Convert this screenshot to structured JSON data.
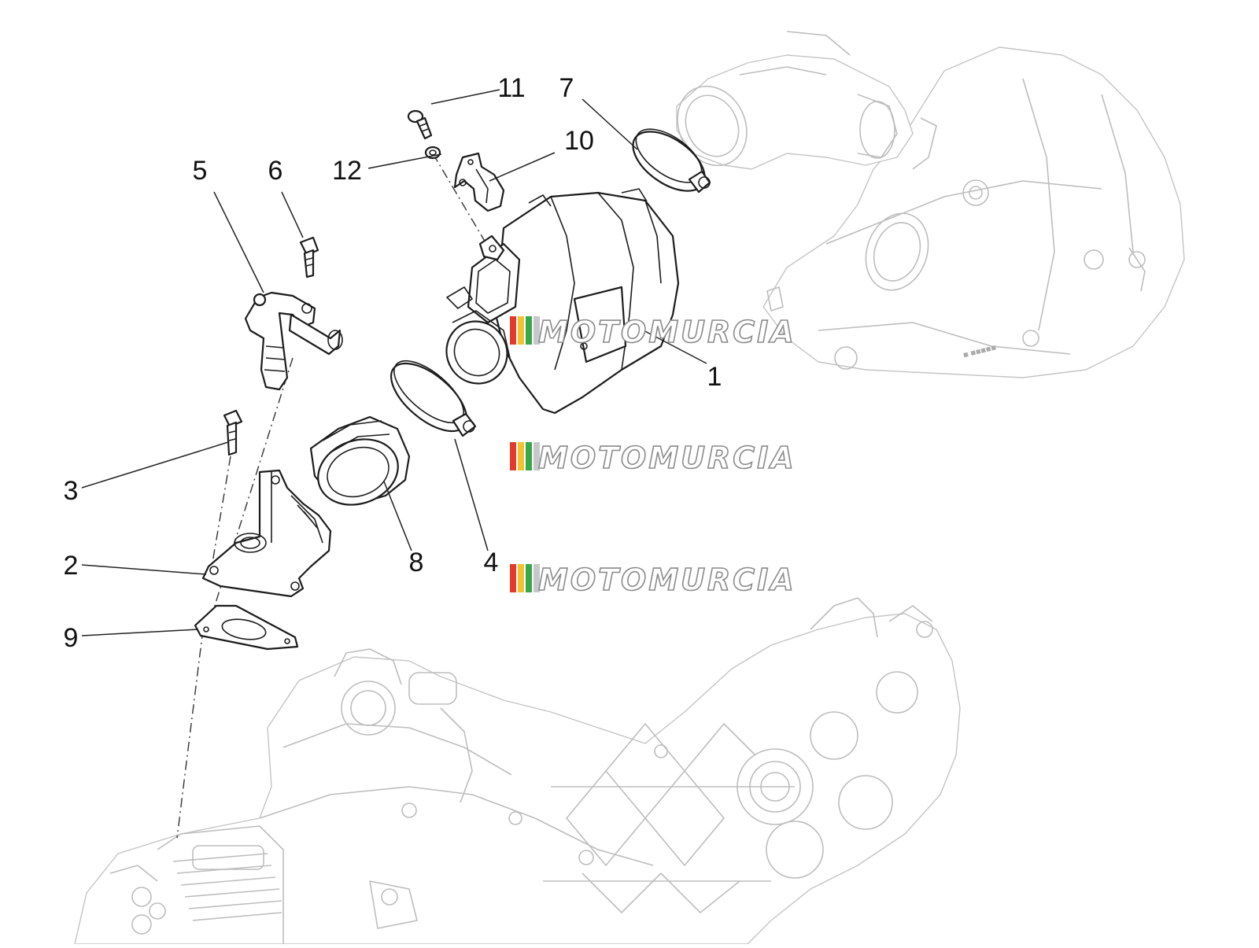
{
  "watermark": {
    "text": "MOTOMURCIA",
    "stripe_colors": [
      "#e23b2e",
      "#f2c230",
      "#38a84a",
      "#c8c8c8"
    ]
  },
  "callouts": [
    {
      "id": "1",
      "label": "1"
    },
    {
      "id": "2",
      "label": "2"
    },
    {
      "id": "3",
      "label": "3"
    },
    {
      "id": "4",
      "label": "4"
    },
    {
      "id": "5",
      "label": "5"
    },
    {
      "id": "6",
      "label": "6"
    },
    {
      "id": "7",
      "label": "7"
    },
    {
      "id": "8",
      "label": "8"
    },
    {
      "id": "9",
      "label": "9"
    },
    {
      "id": "10",
      "label": "10"
    },
    {
      "id": "11",
      "label": "11"
    },
    {
      "id": "12",
      "label": "12"
    }
  ]
}
